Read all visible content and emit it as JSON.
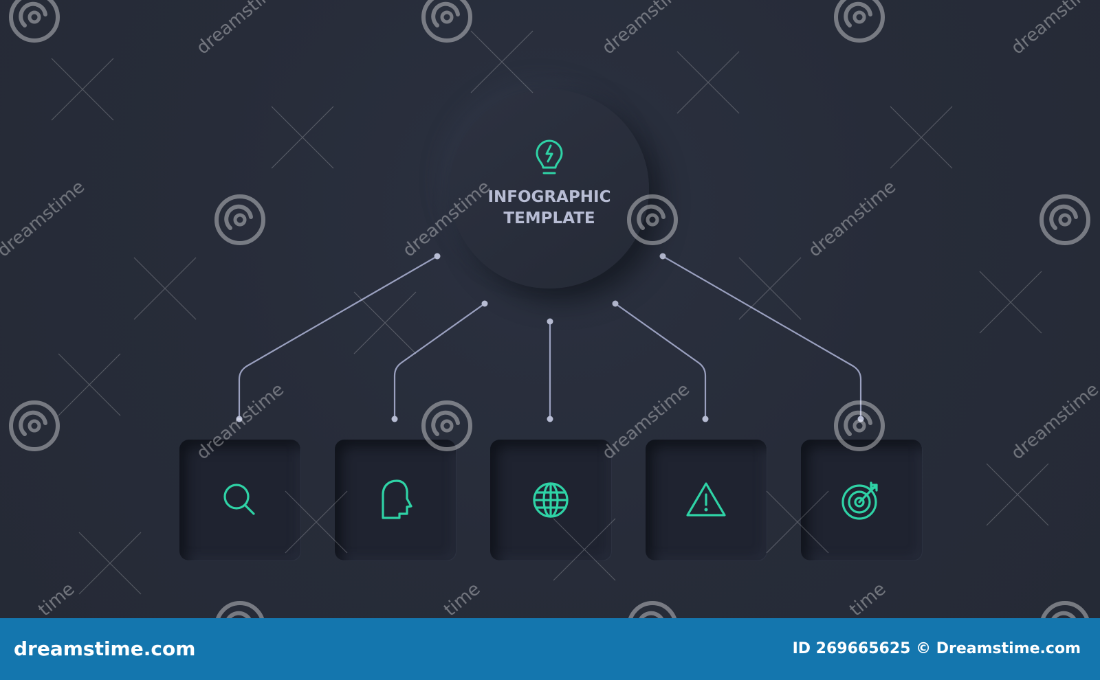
{
  "colors": {
    "background": "#272c39",
    "accent": "#2fd3a6",
    "title_text": "#b8bdd4",
    "connector": "#9ba1c0",
    "footer": "#1476ae"
  },
  "center": {
    "title_line1": "INFOGRAPHIC",
    "title_line2": "TEMPLATE",
    "icon": "lightbulb-icon"
  },
  "boxes": [
    {
      "icon": "magnifier-icon"
    },
    {
      "icon": "head-profile-icon"
    },
    {
      "icon": "globe-icon"
    },
    {
      "icon": "warning-triangle-icon"
    },
    {
      "icon": "target-icon"
    }
  ],
  "watermark": {
    "brand": "dreamstime",
    "partial_1": "dreamstime",
    "partial_2": "time"
  },
  "footer": {
    "brand": "dreamstime.com",
    "id_text": "ID 269665625 © Dreamstime.com"
  }
}
